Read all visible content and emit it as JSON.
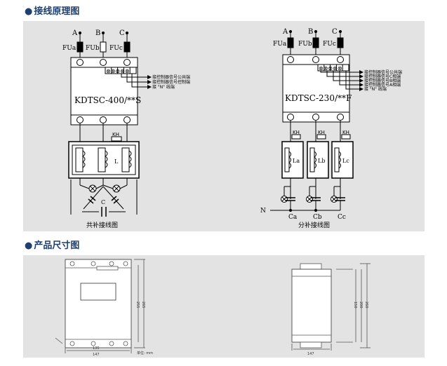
{
  "sections": {
    "wiring_title": "接线原理图",
    "dimension_title": "产品尺寸图"
  },
  "diagram_left": {
    "phases": [
      "A",
      "B",
      "C"
    ],
    "fuses": [
      "FUa",
      "FUb",
      "FUc"
    ],
    "model": "KDTSC-400/**S",
    "signals": [
      "接控制器信号公共端",
      "接控制器信号控制端",
      "接 \"N\" 线端"
    ],
    "kh": "KH",
    "reactor": "L",
    "capacitor": "C",
    "caption": "共补接线图"
  },
  "diagram_right": {
    "phases": [
      "A",
      "B",
      "C"
    ],
    "fuses": [
      "FUa",
      "FUb",
      "FUc"
    ],
    "model": "KDTSC-230/**F",
    "signals": [
      "接控制器信号公共端",
      "接控制器信号C相端",
      "接控制器信号B相端",
      "接控制器信号A相端",
      "接 \"N\" 线端"
    ],
    "kh": [
      "KH",
      "KH",
      "KH"
    ],
    "reactors": [
      "La",
      "Lb",
      "Lc"
    ],
    "capacitors": [
      "Ca",
      "Cb",
      "Cc"
    ],
    "neutral": "N",
    "caption": "分补接线图"
  },
  "dimensions_front": {
    "width_inner": "135",
    "width_outer": "147",
    "height_inner": "255",
    "height_outer": "265",
    "unit_note": "单位: mm"
  },
  "dimensions_side": {
    "height_a": "150",
    "height_b": "200",
    "height_c": "260",
    "width": "147"
  }
}
